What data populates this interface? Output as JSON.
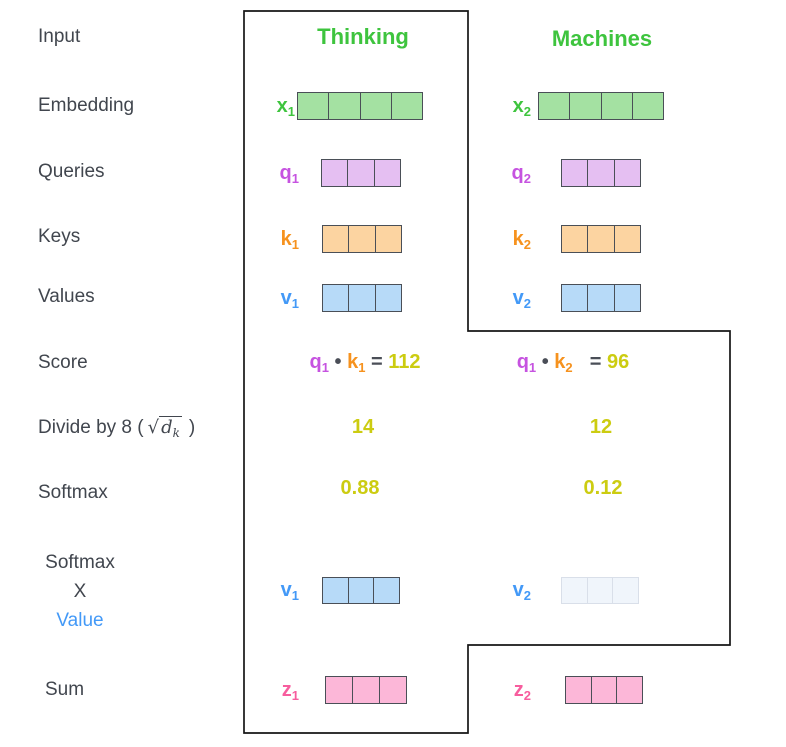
{
  "headers": {
    "thinking": "Thinking",
    "machines": "Machines"
  },
  "rows": {
    "input": "Input",
    "embedding": "Embedding",
    "queries": "Queries",
    "keys": "Keys",
    "values": "Values",
    "score": "Score",
    "divide": {
      "prefix": "Divide by 8 (",
      "sqrt": "√",
      "radicand": "d",
      "radicand_sub": "k",
      "suffix": ")"
    },
    "softmax": "Softmax",
    "softmax_x_value": {
      "line1": "Softmax",
      "line2": "X",
      "line3": "Value"
    },
    "sum": "Sum"
  },
  "vectors": {
    "x1": {
      "label": "x",
      "sub": "1",
      "cells": 4
    },
    "x2": {
      "label": "x",
      "sub": "2",
      "cells": 4
    },
    "q1": {
      "label": "q",
      "sub": "1",
      "cells": 3
    },
    "q2": {
      "label": "q",
      "sub": "2",
      "cells": 3
    },
    "k1": {
      "label": "k",
      "sub": "1",
      "cells": 3
    },
    "k2": {
      "label": "k",
      "sub": "2",
      "cells": 3
    },
    "v1": {
      "label": "v",
      "sub": "1",
      "cells": 3
    },
    "v2": {
      "label": "v",
      "sub": "2",
      "cells": 3
    },
    "v1_weighted": {
      "label": "v",
      "sub": "1",
      "cells": 3
    },
    "v2_weighted": {
      "label": "v",
      "sub": "2",
      "cells": 3
    },
    "z1": {
      "label": "z",
      "sub": "1",
      "cells": 3
    },
    "z2": {
      "label": "z",
      "sub": "2",
      "cells": 3
    }
  },
  "scores": {
    "s1": {
      "q": "q",
      "q_sub": "1",
      "dot": "•",
      "k": "k",
      "k_sub": "1",
      "eq": "=",
      "value": "112"
    },
    "s2": {
      "q": "q",
      "q_sub": "1",
      "dot": "•",
      "k": "k",
      "k_sub": "2",
      "eq": "=",
      "value": "96"
    }
  },
  "divide_values": {
    "col1": "14",
    "col2": "12"
  },
  "softmax_values": {
    "col1": "0.88",
    "col2": "0.12"
  },
  "colors": {
    "label-text": "#41464E",
    "green": "#3EC43E",
    "green-fill": "#A4E1A2",
    "purple": "#C653E0",
    "purple-fill": "#E5BFF2",
    "orange": "#F6921E",
    "orange-fill": "#FCD4A1",
    "blue": "#4399F7",
    "blue-fill": "#B7DAF8",
    "pink": "#F75D9E",
    "pink-fill": "#FCB7D8",
    "olive": "#CCCC11",
    "dark": "#4A4E57",
    "cell-border": "#4A4F57",
    "faded-fill": "#F0F5FB",
    "faded-border": "#D9DFE9",
    "box-border": "#151515"
  }
}
